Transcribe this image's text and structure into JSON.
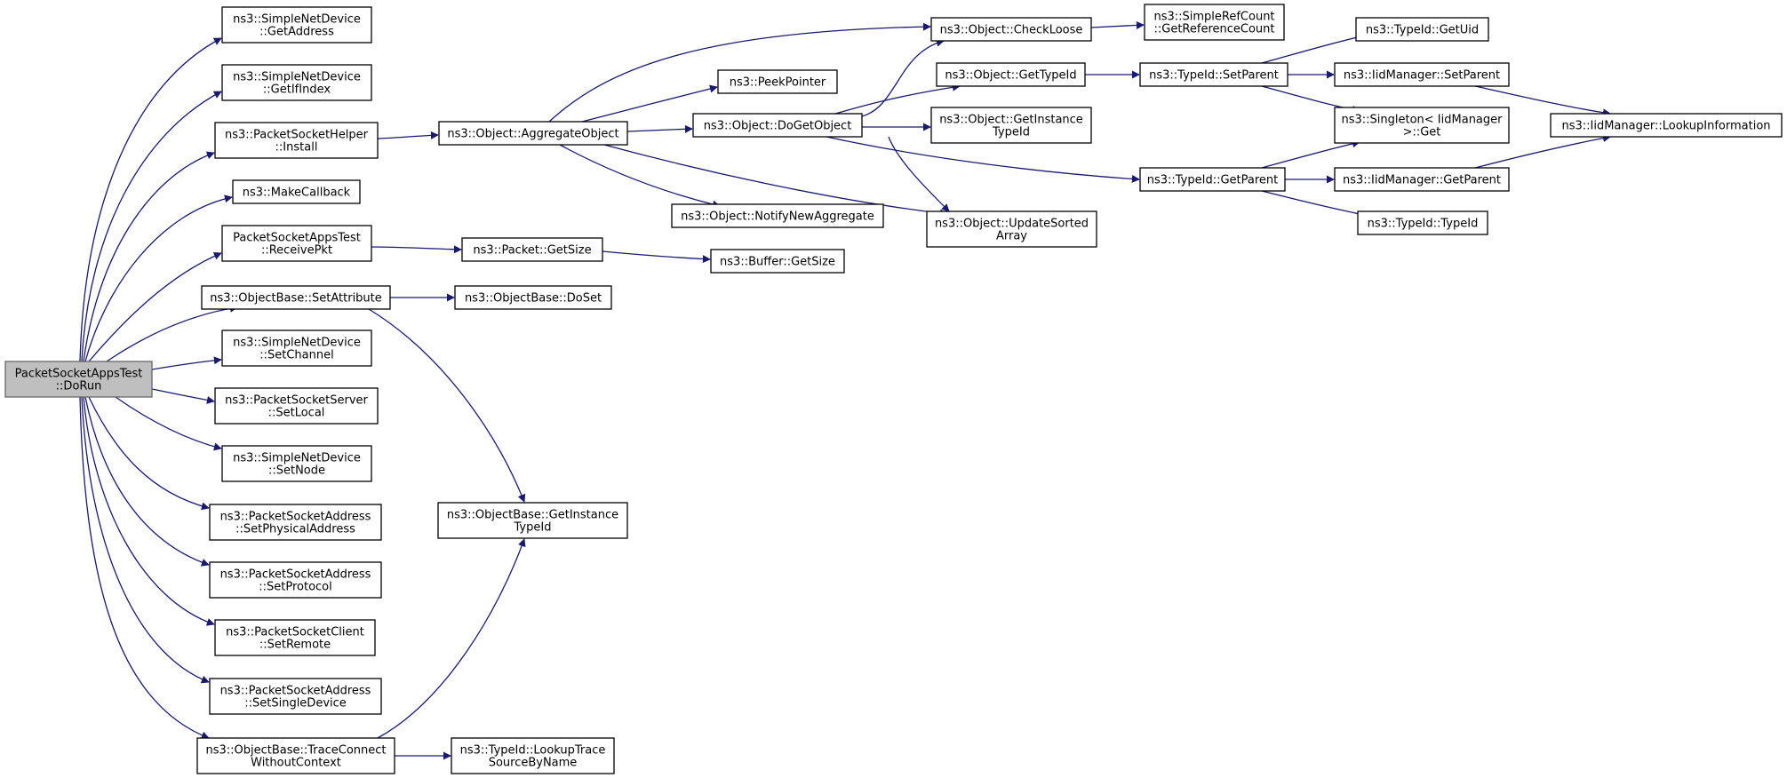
{
  "nodes": {
    "dorun": [
      "PacketSocketAppsTest",
      "::DoRun"
    ],
    "sn_getaddress": [
      "ns3::SimpleNetDevice",
      "::GetAddress"
    ],
    "sn_getifindex": [
      "ns3::SimpleNetDevice",
      "::GetIfIndex"
    ],
    "psh_install": [
      "ns3::PacketSocketHelper",
      "::Install"
    ],
    "makecallback": [
      "ns3::MakeCallback"
    ],
    "receivepkt": [
      "PacketSocketAppsTest",
      "::ReceivePkt"
    ],
    "ob_setattribute": [
      "ns3::ObjectBase::SetAttribute"
    ],
    "sn_setchannel": [
      "ns3::SimpleNetDevice",
      "::SetChannel"
    ],
    "pss_setlocal": [
      "ns3::PacketSocketServer",
      "::SetLocal"
    ],
    "sn_setnode": [
      "ns3::SimpleNetDevice",
      "::SetNode"
    ],
    "psa_setphysical": [
      "ns3::PacketSocketAddress",
      "::SetPhysicalAddress"
    ],
    "psa_setprotocol": [
      "ns3::PacketSocketAddress",
      "::SetProtocol"
    ],
    "psc_setremote": [
      "ns3::PacketSocketClient",
      "::SetRemote"
    ],
    "psa_setsingle": [
      "ns3::PacketSocketAddress",
      "::SetSingleDevice"
    ],
    "ob_traceconnect": [
      "ns3::ObjectBase::TraceConnect",
      "WithoutContext"
    ],
    "obj_aggregate": [
      "ns3::Object::AggregateObject"
    ],
    "packet_getsize": [
      "ns3::Packet::GetSize"
    ],
    "ob_doset": [
      "ns3::ObjectBase::DoSet"
    ],
    "ob_getinstancetypeid": [
      "ns3::ObjectBase::GetInstance",
      "TypeId"
    ],
    "tid_lookuptrace": [
      "ns3::TypeId::LookupTrace",
      "SourceByName"
    ],
    "peekpointer": [
      "ns3::PeekPointer"
    ],
    "obj_dogetobject": [
      "ns3::Object::DoGetObject"
    ],
    "obj_notifynew": [
      "ns3::Object::NotifyNewAggregate"
    ],
    "buffer_getsize": [
      "ns3::Buffer::GetSize"
    ],
    "obj_checkloose": [
      "ns3::Object::CheckLoose"
    ],
    "obj_gettypeid": [
      "ns3::Object::GetTypeId"
    ],
    "obj_getinstancetypeid": [
      "ns3::Object::GetInstance",
      "TypeId"
    ],
    "obj_updatesorted": [
      "ns3::Object::UpdateSorted",
      "Array"
    ],
    "src_getrefcount": [
      "ns3::SimpleRefCount",
      "::GetReferenceCount"
    ],
    "tid_setparent": [
      "ns3::TypeId::SetParent"
    ],
    "tid_getparent": [
      "ns3::TypeId::GetParent"
    ],
    "tid_getuid": [
      "ns3::TypeId::GetUid"
    ],
    "iid_setparent": [
      "ns3::IidManager::SetParent"
    ],
    "singleton_get": [
      "ns3::Singleton< IidManager",
      ">::Get"
    ],
    "iid_getparent": [
      "ns3::IidManager::GetParent"
    ],
    "tid_typeid": [
      "ns3::TypeId::TypeId"
    ],
    "iid_lookupinfo": [
      "ns3::IidManager::LookupInformation"
    ]
  },
  "colors": {
    "edge": "#191970",
    "root_fill": "#bfbfbf",
    "node_fill": "#ffffff",
    "node_border": "#000000"
  }
}
